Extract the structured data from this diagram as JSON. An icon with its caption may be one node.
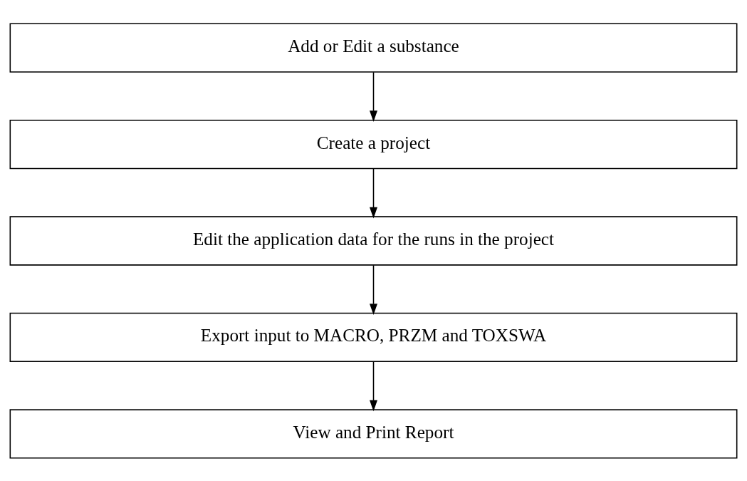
{
  "diagram": {
    "nodes": [
      {
        "text": [
          "Add or Edit a substance"
        ]
      },
      {
        "text": [
          "Create a project"
        ]
      },
      {
        "text": [
          "Edit the application data for the runs in the project"
        ]
      },
      {
        "text": [
          "Export input to MACRO, PRZM and TOXSWA"
        ]
      },
      {
        "text": [
          "View and Print Report"
        ]
      }
    ],
    "edges": [
      {
        "from": 0,
        "to": 1,
        "arrow": "to"
      },
      {
        "from": 1,
        "to": 2,
        "arrow": "to"
      },
      {
        "from": 2,
        "to": 3,
        "arrow": "to"
      },
      {
        "from": 3,
        "to": 4,
        "arrow": "to"
      }
    ]
  }
}
